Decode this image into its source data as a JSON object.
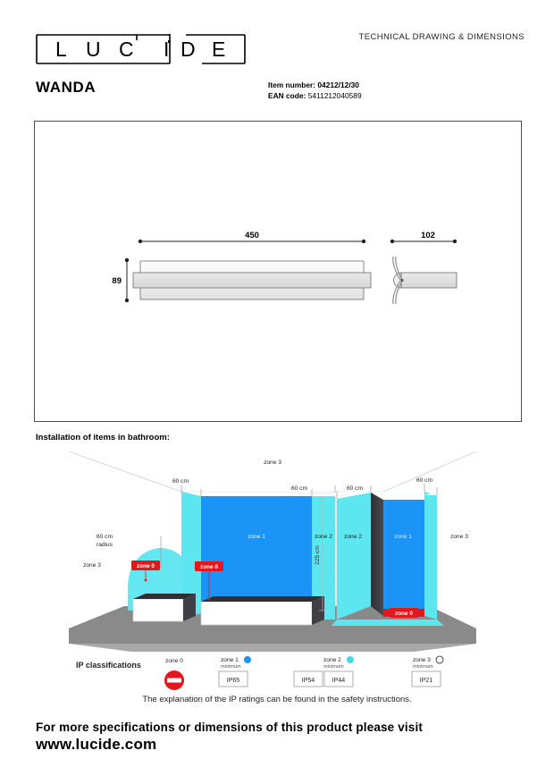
{
  "header": {
    "doc_type": "TECHNICAL DRAWING & DIMENSIONS",
    "brand": "LUCIDE",
    "brand_letters": [
      "L",
      "U",
      "C",
      "I",
      "D",
      "E"
    ],
    "product_name": "WANDA",
    "item_number_label": "Item number:",
    "item_number_value": "04212/12/30",
    "ean_label": "EAN code:",
    "ean_value": "5411212040589"
  },
  "technical_drawing": {
    "dim_width": "450",
    "dim_height": "89",
    "dim_depth": "102"
  },
  "bathroom": {
    "section_title": "Installation of items in bathroom:",
    "zone3_top": "zone 3",
    "zone3_right": "zone 3",
    "zone3_left": "zone 3",
    "zone2_left": "zone 2",
    "zone2_right": "zone 2",
    "zone1_left": "zone 1",
    "zone1_right": "zone 1",
    "zone0_basin": "zone 0",
    "zone0_bath": "zone 0",
    "zone0_shower": "zone 0",
    "radius_label_line1": "60 cm",
    "radius_label_line2": "radius",
    "measure_60_a": "60 cm",
    "measure_60_b": "60 cm",
    "measure_60_c": "60 cm",
    "measure_60_d": "60 cm",
    "height_label": "225 cm"
  },
  "ip_classifications": {
    "title": "IP classifications",
    "zones": [
      {
        "name": "zone 0",
        "minimum": "",
        "ratings": [],
        "marker": "prohibited",
        "marker_color": "#e3171e"
      },
      {
        "name": "zone 1",
        "minimum": "minimum",
        "ratings": [
          "IP65"
        ],
        "marker": "dot",
        "marker_color": "#1a94f7"
      },
      {
        "name": "zone 2",
        "minimum": "minimum",
        "ratings": [
          "IP54",
          "IP44"
        ],
        "marker": "dot",
        "marker_color": "#4ad9e4"
      },
      {
        "name": "zone 3",
        "minimum": "minimum",
        "ratings": [
          "IP21"
        ],
        "marker": "circle",
        "marker_color": "#ffffff"
      }
    ]
  },
  "footer": {
    "explanation": "The explanation of the IP ratings can be found in the safety instructions.",
    "cta_line1": "For more specifications or dimensions of this product please visit",
    "cta_line2": "www.lucide.com"
  },
  "colors": {
    "zone1": "#1a94f7",
    "zone2": "#5ce6f0",
    "zone0_red": "#e3171e",
    "floor_gray": "#8a8a8a",
    "dark_panel": "#3a3a3a",
    "line": "#231f20"
  }
}
